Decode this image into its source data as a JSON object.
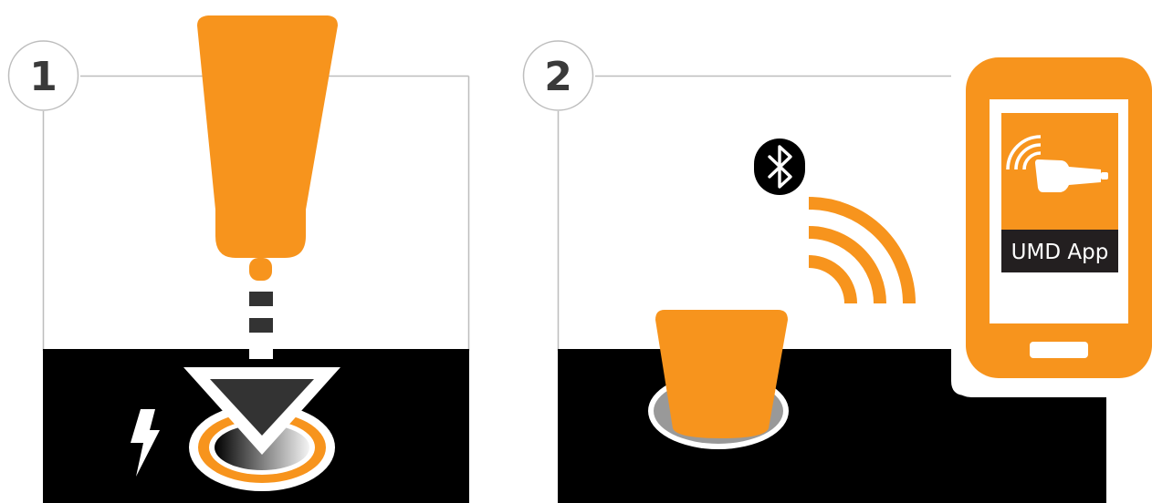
{
  "steps": [
    {
      "number": "1"
    },
    {
      "number": "2"
    }
  ],
  "phone": {
    "app_label": "UMD App"
  },
  "colors": {
    "orange": "#F7941D",
    "black": "#000000",
    "dark_gray": "#3a3a3a",
    "light_gray": "#bdbdbd"
  },
  "icons": {
    "step1": [
      "charger-icon",
      "insert-arrow-icon",
      "power-socket-icon",
      "lightning-bolt-icon"
    ],
    "step2": [
      "bluetooth-icon",
      "wireless-signal-icon",
      "smartphone-icon",
      "plugged-charger-icon"
    ]
  }
}
